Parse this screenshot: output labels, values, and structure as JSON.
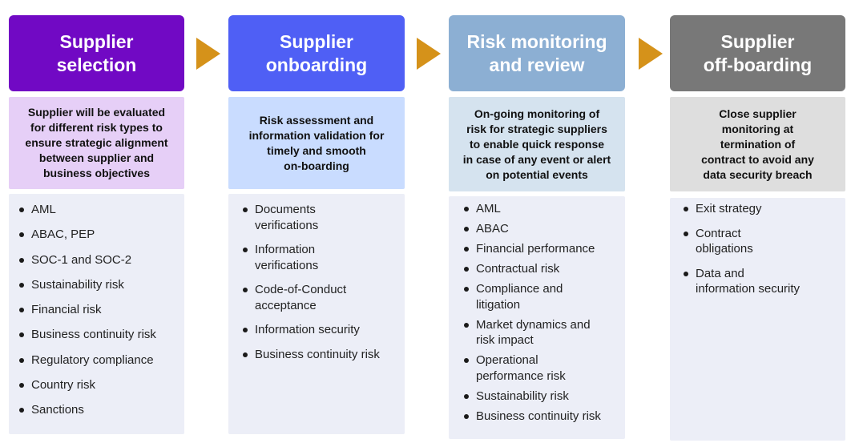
{
  "colors": {
    "arrow": "#d5921a",
    "list_background": "#eceef7"
  },
  "stages": [
    {
      "title": "Supplier\nselection",
      "header_color": "#7109c4",
      "summary_color": "#e6cff7",
      "summary": "Supplier will be evaluated\nfor different risk types to\nensure strategic alignment\nbetween supplier and\nbusiness objectives",
      "items": [
        "AML",
        "ABAC, PEP",
        "SOC-1 and SOC-2",
        "Sustainability risk",
        "Financial risk",
        "Business continuity risk",
        "Regulatory compliance",
        "Country risk",
        "Sanctions"
      ]
    },
    {
      "title": "Supplier\nonboarding",
      "header_color": "#4f5ff5",
      "summary_color": "#c9dcff",
      "summary": "Risk assessment and\ninformation validation for\ntimely and smooth\non-boarding",
      "items": [
        "Documents\nverifications",
        "Information\nverifications",
        "Code-of-Conduct\nacceptance",
        "Information security",
        "Business continuity risk"
      ]
    },
    {
      "title": "Risk monitoring\nand review",
      "header_color": "#8cafd3",
      "summary_color": "#d5e3ef",
      "summary": "On-going monitoring of\nrisk for strategic suppliers\nto enable quick response\nin case of any event or alert\non potential events",
      "items": [
        "AML",
        "ABAC",
        "Financial performance",
        "Contractual risk",
        "Compliance and\nlitigation",
        "Market dynamics and\nrisk impact",
        "Operational\nperformance risk",
        "Sustainability risk",
        "Business continuity risk"
      ]
    },
    {
      "title": "Supplier\noff-boarding",
      "header_color": "#787878",
      "summary_color": "#dedede",
      "summary": "Close supplier\nmonitoring at\ntermination of\ncontract to avoid any\ndata security breach",
      "items": [
        "Exit strategy",
        "Contract\nobligations",
        "Data and\ninformation security"
      ]
    }
  ]
}
